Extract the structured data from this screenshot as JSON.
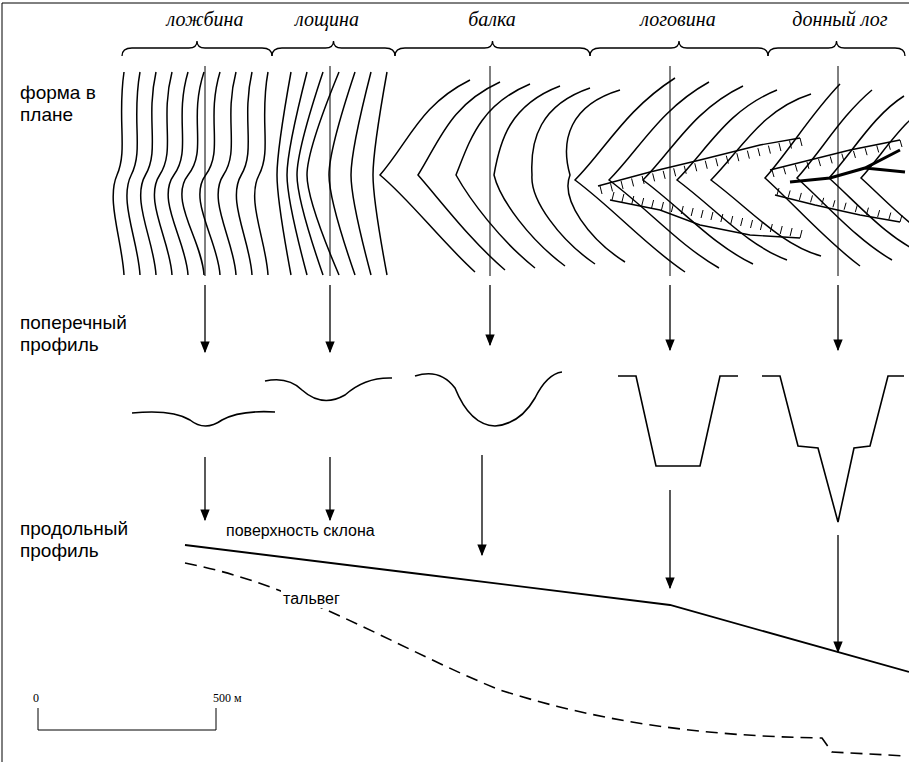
{
  "diagram": {
    "labels": [
      "ложбина",
      "лощина",
      "балка",
      "логовина",
      "донный лог",
      "форма в плане",
      "поперечный профиль",
      "продольный профиль",
      "поверхность склона",
      "тальвег",
      "0",
      "500 м"
    ]
  }
}
